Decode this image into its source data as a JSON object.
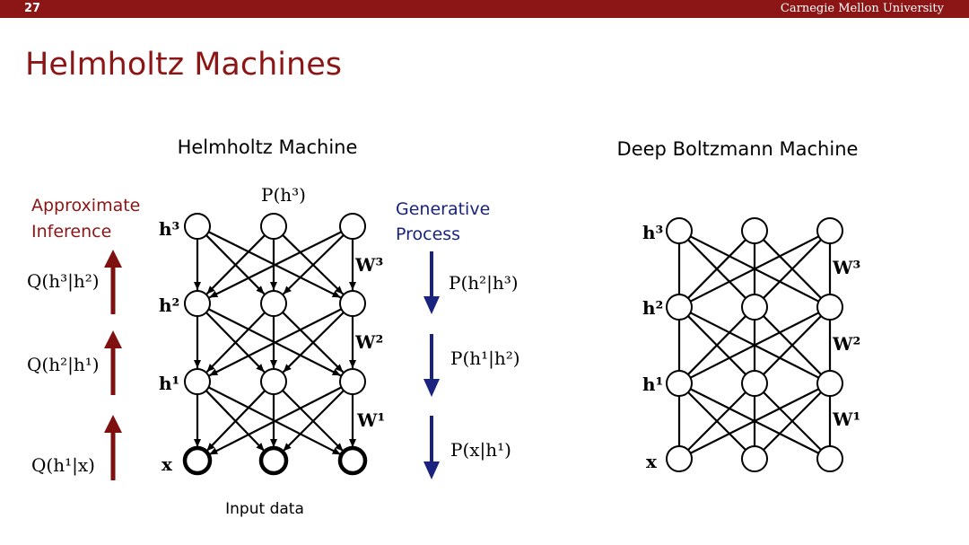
{
  "header": {
    "slide_number": "27",
    "university": "Carnegie Mellon University"
  },
  "title": "Helmholtz Machines",
  "helmholtz": {
    "subtitle": "Helmholtz Machine",
    "top_prior": "P(h³)",
    "input_label": "Input data",
    "inference_label_1": "Approximate",
    "inference_label_2": "Inference",
    "generative_label_1": "Generative",
    "generative_label_2": "Process",
    "q_labels": [
      "Q(h³|h²)",
      "Q(h²|h¹)",
      "Q(h¹|x)"
    ],
    "p_labels": [
      "P(h²|h³)",
      "P(h¹|h²)",
      "P(x|h¹)"
    ]
  },
  "dbm": {
    "subtitle": "Deep Boltzmann Machine"
  },
  "layer_labels": [
    "h³",
    "h²",
    "h¹",
    "x"
  ],
  "weight_labels": [
    "W³",
    "W²",
    "W¹"
  ],
  "colors": {
    "brand": "#8c1515",
    "generative": "#1a237e",
    "inference": "#7f1010"
  }
}
